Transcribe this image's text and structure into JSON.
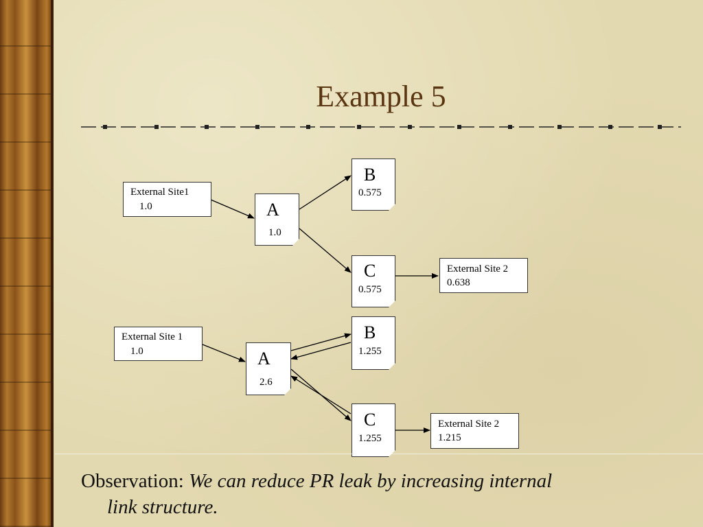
{
  "title": "Example 5",
  "diagram1": {
    "ext1": {
      "line1": "External Site1",
      "line2": "1.0"
    },
    "a": {
      "label": "A",
      "value": "1.0"
    },
    "b": {
      "label": "B",
      "value": "0.575"
    },
    "c": {
      "label": "C",
      "value": "0.575"
    },
    "ext2": {
      "line1": "External Site 2",
      "line2": "0.638"
    }
  },
  "diagram2": {
    "ext1": {
      "line1": "External Site 1",
      "line2": "1.0"
    },
    "a": {
      "label": "A",
      "value": "2.6"
    },
    "b": {
      "label": "B",
      "value": "1.255"
    },
    "c": {
      "label": "C",
      "value": "1.255"
    },
    "ext2": {
      "line1": "External Site 2",
      "line2": "1.215"
    }
  },
  "observation": {
    "label": "Observation: ",
    "text": "We can reduce PR leak by increasing internal",
    "text_cont": "link structure."
  }
}
